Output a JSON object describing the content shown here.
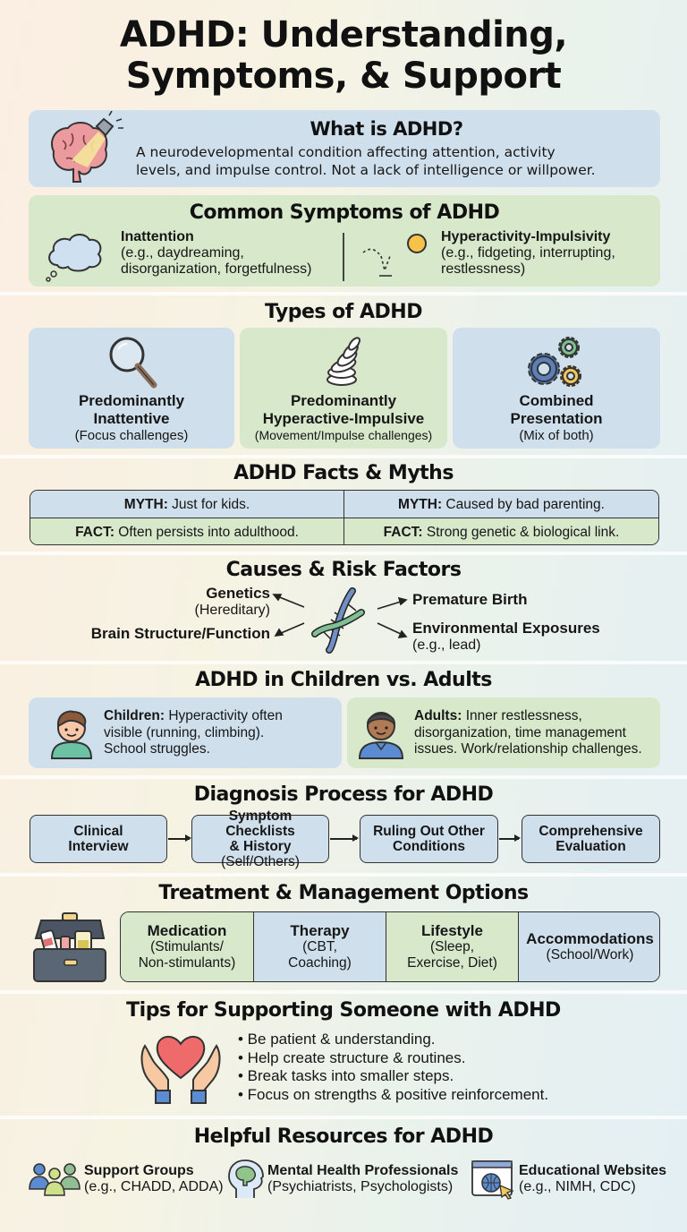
{
  "title": {
    "line1": "ADHD: Understanding,",
    "line2": "Symptoms, & Support"
  },
  "what_is": {
    "heading": "What is ADHD?",
    "body_line1": "A neurodevelopmental condition affecting attention, activity",
    "body_line2": "levels, and impulse control. Not a lack of intelligence or willpower.",
    "icon": "brain-flashlight-icon"
  },
  "symptoms": {
    "heading": "Common Symptoms of ADHD",
    "items": [
      {
        "title": "Inattention",
        "line1": "(e.g., daydreaming,",
        "line2": "disorganization, forgetfulness)",
        "icon": "thought-cloud-icon"
      },
      {
        "title": "Hyperactivity-Impulsivity",
        "line1": "(e.g., fidgeting, interrupting,",
        "line2": "restlessness)",
        "icon": "bouncing-ball-icon"
      }
    ]
  },
  "types": {
    "heading": "Types of ADHD",
    "items": [
      {
        "line1": "Predominantly",
        "line2": "Inattentive",
        "sub": "(Focus challenges)",
        "icon": "magnifying-glass-icon",
        "color": "#cfe0ec"
      },
      {
        "line1": "Predominantly",
        "line2": "Hyperactive-Impulsive",
        "sub": "(Movement/Impulse challenges)",
        "icon": "spring-icon",
        "color": "#d8e8cb"
      },
      {
        "line1": "Combined",
        "line2": "Presentation",
        "sub": "(Mix of both)",
        "icon": "gears-icon",
        "color": "#cfe0ec"
      }
    ]
  },
  "facts_myths": {
    "heading": "ADHD Facts & Myths",
    "myths": [
      {
        "label": "MYTH:",
        "text": " Just for kids."
      },
      {
        "label": "MYTH:",
        "text": " Caused by bad parenting."
      }
    ],
    "facts": [
      {
        "label": "FACT:",
        "text": " Often persists into adulthood."
      },
      {
        "label": "FACT:",
        "text": " Strong genetic & biological link."
      }
    ]
  },
  "causes": {
    "heading": "Causes & Risk Factors",
    "genetics": "Genetics",
    "genetics_sub": "(Hereditary)",
    "brain": "Brain Structure/Function",
    "premature": "Premature Birth",
    "environmental": "Environmental Exposures",
    "environmental_sub": "(e.g., lead)",
    "icon": "dna-icon"
  },
  "children_adults": {
    "heading": "ADHD in Children vs. Adults",
    "children": {
      "label": "Children:",
      "line1": " Hyperactivity often",
      "line2": "visible (running, climbing).",
      "line3": "School struggles.",
      "icon": "child-avatar-icon"
    },
    "adults": {
      "label": "Adults:",
      "line1": " Inner restlessness,",
      "line2": "disorganization, time management",
      "line3": "issues. Work/relationship challenges.",
      "icon": "adult-avatar-icon"
    }
  },
  "diagnosis": {
    "heading": "Diagnosis Process for ADHD",
    "steps": [
      {
        "line1": "Clinical",
        "line2": "Interview",
        "sub": ""
      },
      {
        "line1": "Symptom Checklists",
        "line2": "& History",
        "sub": "(Self/Others)"
      },
      {
        "line1": "Ruling Out Other",
        "line2": "Conditions",
        "sub": ""
      },
      {
        "line1": "Comprehensive",
        "line2": "Evaluation",
        "sub": ""
      }
    ]
  },
  "treatment": {
    "heading": "Treatment & Management Options",
    "icon": "medicine-kit-icon",
    "options": [
      {
        "title": "Medication",
        "line1": "(Stimulants/",
        "line2": "Non-stimulants)",
        "color": "#d8e8cb"
      },
      {
        "title": "Therapy",
        "line1": "(CBT,",
        "line2": "Coaching)",
        "color": "#cfe0ec"
      },
      {
        "title": "Lifestyle",
        "line1": "(Sleep,",
        "line2": "Exercise, Diet)",
        "color": "#d8e8cb"
      },
      {
        "title": "Accommodations",
        "line1": "(School/Work)",
        "line2": "",
        "color": "#cfe0ec"
      }
    ]
  },
  "tips": {
    "heading": "Tips for Supporting Someone with ADHD",
    "icon": "heart-hands-icon",
    "items": [
      "• Be patient & understanding.",
      "• Help create structure & routines.",
      "• Break tasks into smaller steps.",
      "• Focus on strengths & positive reinforcement."
    ]
  },
  "resources": {
    "heading": "Helpful Resources for ADHD",
    "items": [
      {
        "title": "Support Groups",
        "sub": "(e.g., CHADD, ADDA)",
        "icon": "people-group-icon"
      },
      {
        "title": "Mental Health Professionals",
        "sub": "(Psychiatrists, Psychologists)",
        "icon": "head-brain-icon"
      },
      {
        "title": "Educational Websites",
        "sub": "(e.g., NIMH, CDC)",
        "icon": "web-globe-icon"
      }
    ]
  },
  "colors": {
    "blue_panel": "#cfe0ec",
    "green_panel": "#d8e8cb",
    "text": "#161616"
  }
}
